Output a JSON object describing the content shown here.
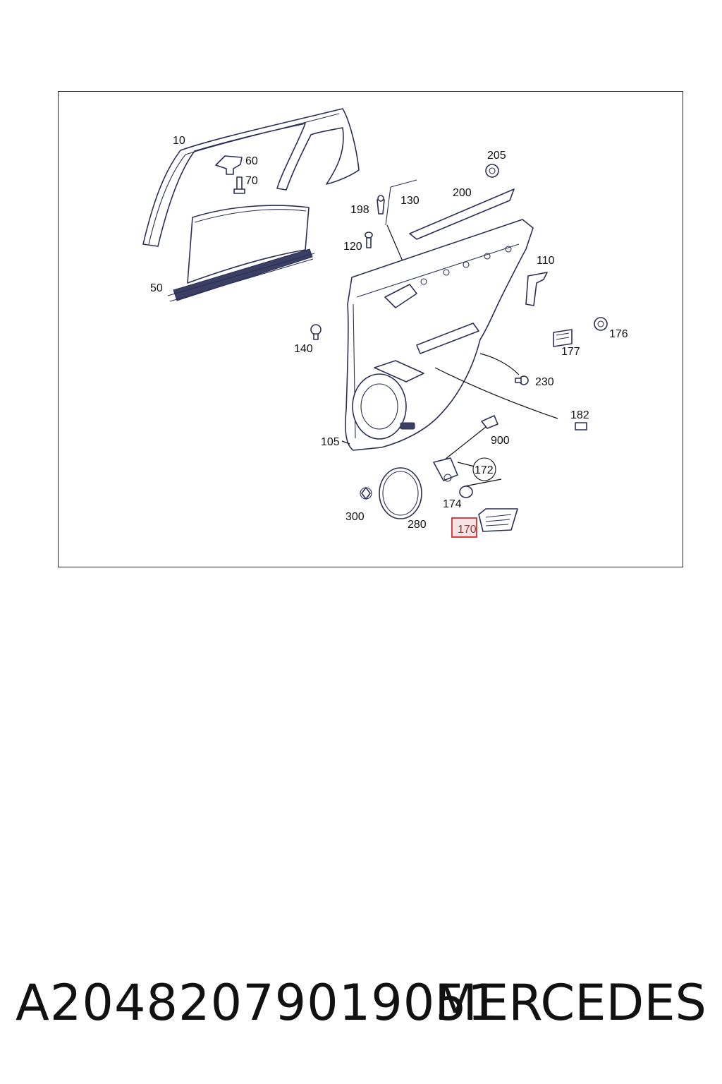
{
  "diagram": {
    "callouts": [
      {
        "id": "c10",
        "label": "10"
      },
      {
        "id": "c60",
        "label": "60"
      },
      {
        "id": "c70",
        "label": "70"
      },
      {
        "id": "c50",
        "label": "50"
      },
      {
        "id": "c205",
        "label": "205"
      },
      {
        "id": "c200",
        "label": "200"
      },
      {
        "id": "c130",
        "label": "130"
      },
      {
        "id": "c198",
        "label": "198"
      },
      {
        "id": "c120",
        "label": "120"
      },
      {
        "id": "c110",
        "label": "110"
      },
      {
        "id": "c176",
        "label": "176"
      },
      {
        "id": "c177",
        "label": "177"
      },
      {
        "id": "c140",
        "label": "140"
      },
      {
        "id": "c230",
        "label": "230"
      },
      {
        "id": "c182",
        "label": "182"
      },
      {
        "id": "c105",
        "label": "105"
      },
      {
        "id": "c900",
        "label": "900"
      },
      {
        "id": "c172",
        "label": "172"
      },
      {
        "id": "c174",
        "label": "174"
      },
      {
        "id": "c300",
        "label": "300"
      },
      {
        "id": "c280",
        "label": "280"
      },
      {
        "id": "c170",
        "label": "170"
      }
    ],
    "highlighted_callout": "170",
    "colors": {
      "line": "#2a2f55",
      "highlight_box": "#d32f2f",
      "highlight_fill": "#f6e3e3"
    }
  },
  "footer": {
    "part_number": "A20482079019051",
    "brand": "MERCEDES"
  }
}
